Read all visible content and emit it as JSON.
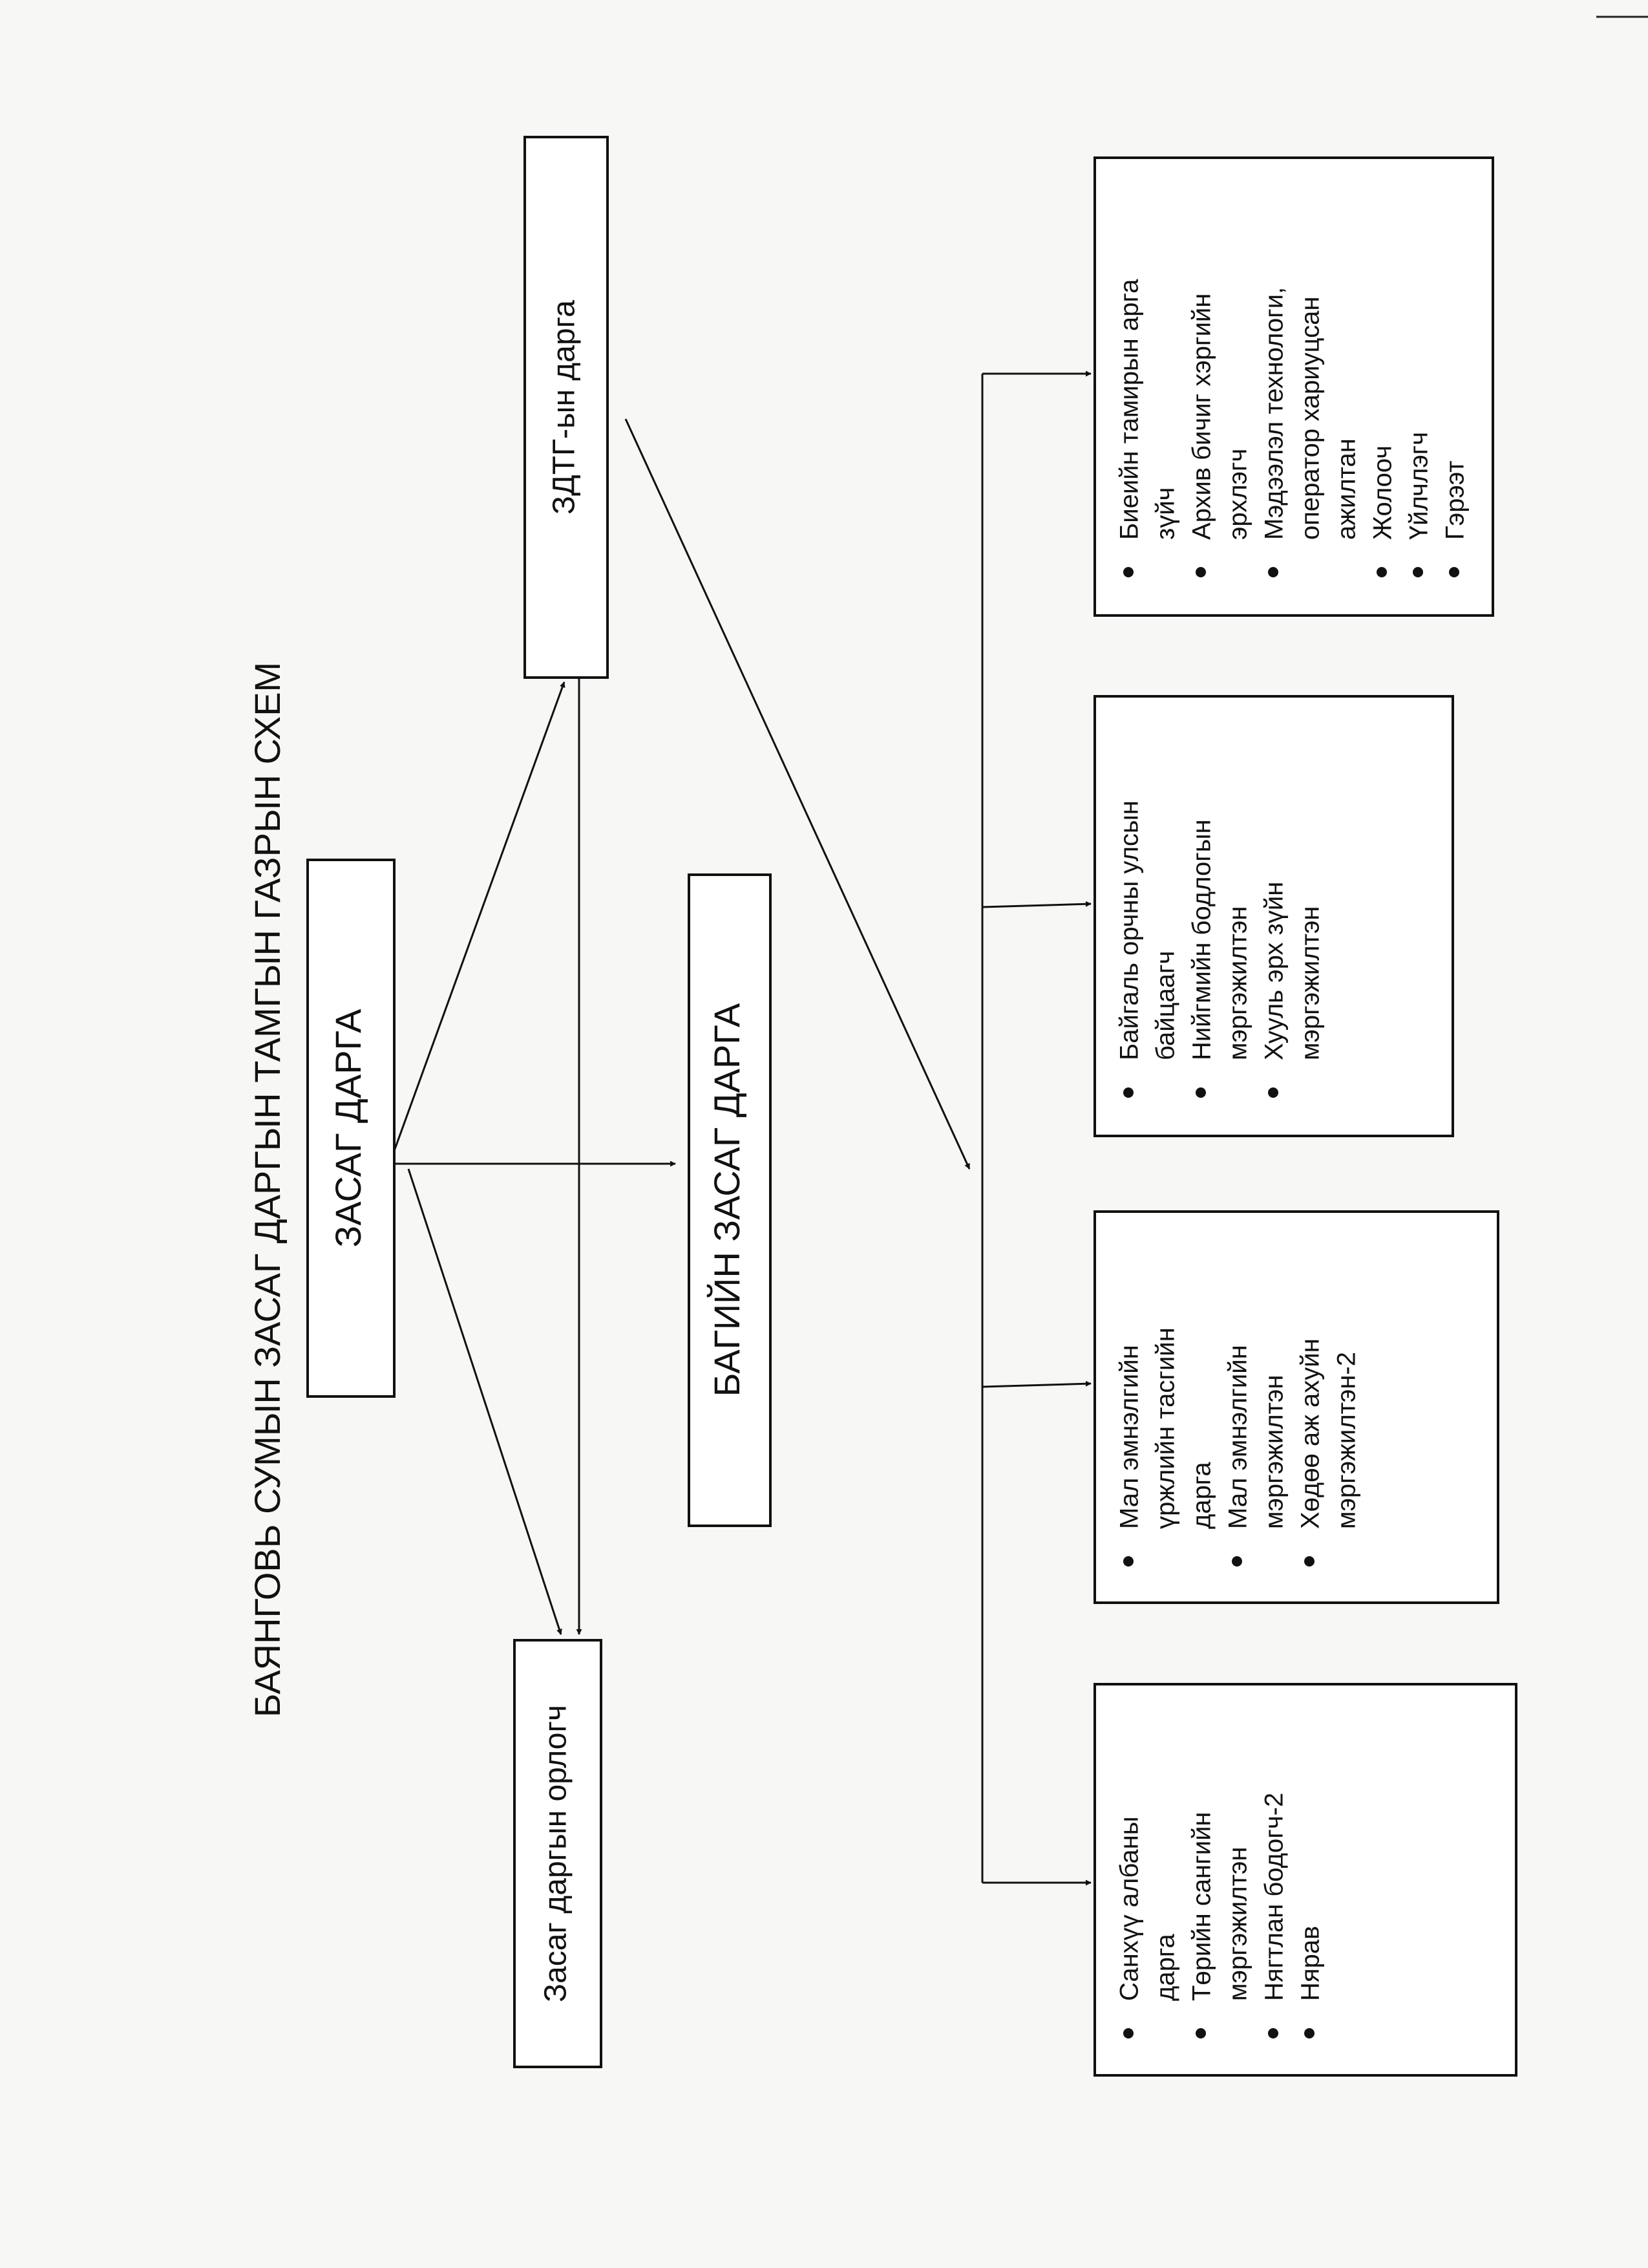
{
  "title": "БАЯНГОВЬ СУМЫН ЗАСАГ ДАРГЫН ТАМГЫН ГАЗРЫН СХЕМ",
  "nodes": {
    "zasag_darga": "ЗАСАГ ДАРГА",
    "zdtg_darga": "ЗДТГ-ын дарга",
    "bagiin_zasag_darga": "БАГИЙН ЗАСАГ ДАРГА",
    "zasag_dargiin_orlogch": "Засаг даргын орлогч"
  },
  "units": [
    {
      "items": [
        [
          "Санхүү албаны",
          "дарга"
        ],
        [
          "Төрийн сангийн",
          "мэргэжилтэн"
        ],
        [
          "Нягтлан бодогч-2"
        ],
        [
          "Нярав"
        ]
      ]
    },
    {
      "items": [
        [
          "Мал эмнэлгийн",
          "үржлийн тасгийн",
          "дарга"
        ],
        [
          "Мал эмнэлгийн",
          "мэргэжилтэн"
        ],
        [
          "Хөдөө аж ахуйн",
          "мэргэжилтэн-2"
        ]
      ]
    },
    {
      "items": [
        [
          "Байгаль орчны улсын",
          "байцаагч"
        ],
        [
          "Нийгмийн бодлогын",
          "мэргэжилтэн"
        ],
        [
          "Хууль эрх зүйн",
          "мэргэжилтэн"
        ]
      ]
    },
    {
      "items": [
        [
          "Биеийн тамирын арга",
          "зүйч"
        ],
        [
          "Архив бичиг хэргийн",
          "эрхлэгч"
        ],
        [
          "Мэдээлэл технологи,",
          "оператор хариуцсан",
          "ажилтан"
        ],
        [
          "Жолооч"
        ],
        [
          "Үйлчлэгч"
        ],
        [
          "Гэрээт"
        ]
      ]
    }
  ]
}
